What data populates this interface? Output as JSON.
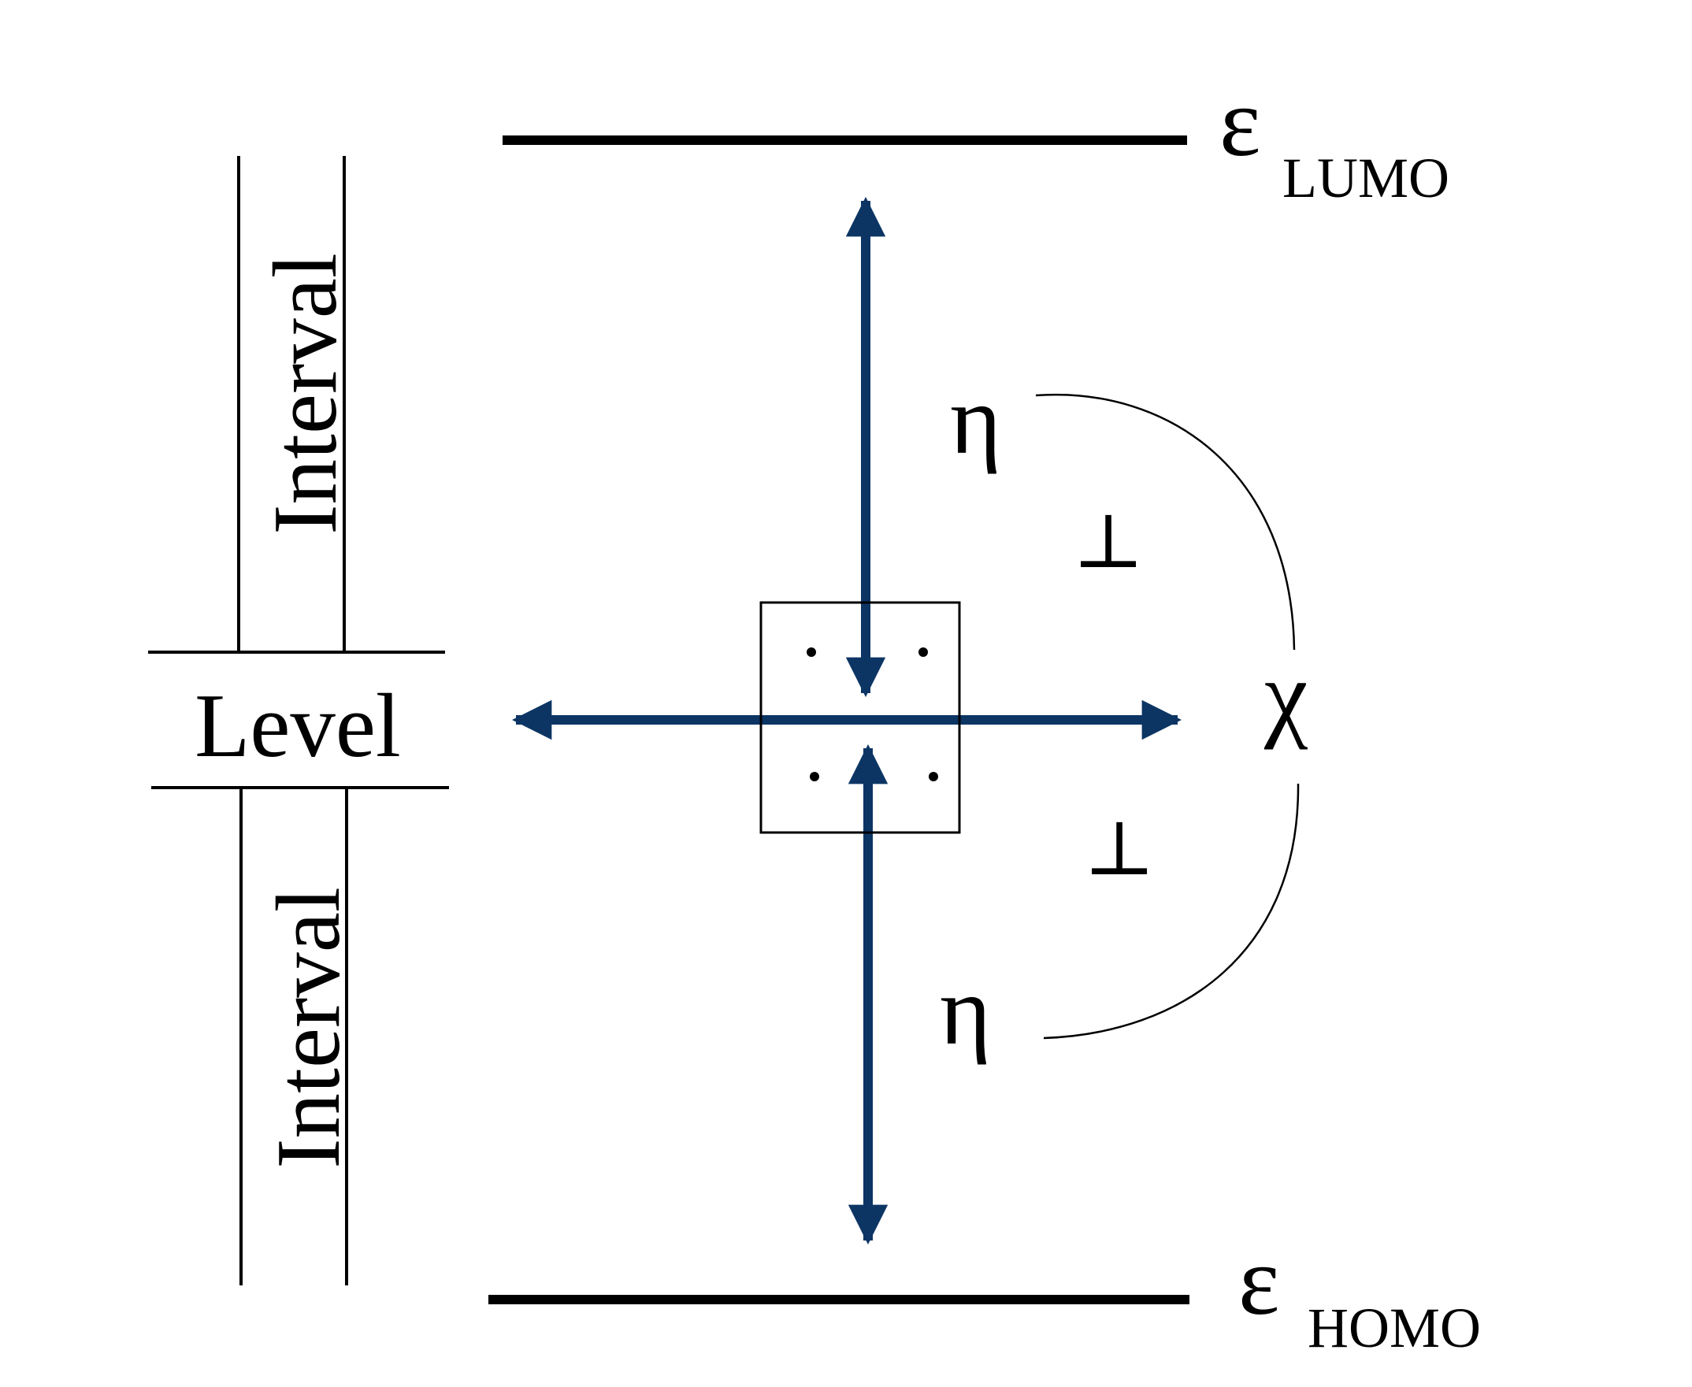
{
  "labels": {
    "lumo_symbol": "ε",
    "lumo_subscript": "LUMO",
    "homo_symbol": "ε",
    "homo_subscript": "HOMO",
    "level": "Level",
    "interval_upper": "Interval",
    "interval_lower": "Interval",
    "eta_upper": "η",
    "eta_lower": "η",
    "chi": "χ",
    "perp_upper": "⊥",
    "perp_lower": "⊥"
  },
  "colors": {
    "arrow": "#0c3564",
    "line": "#000000"
  }
}
